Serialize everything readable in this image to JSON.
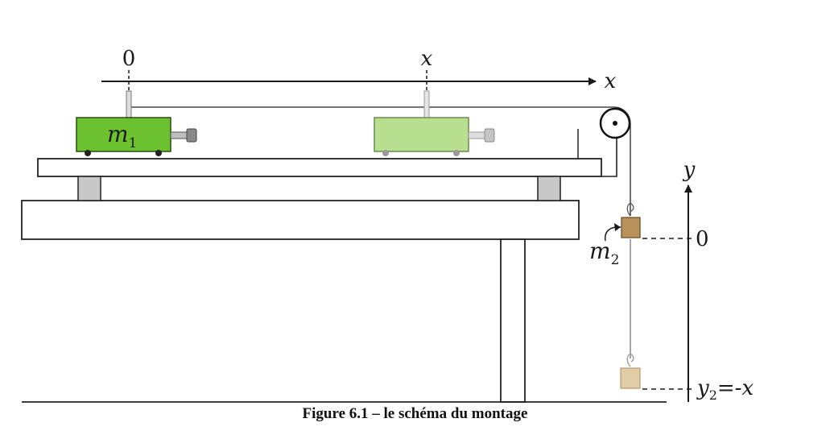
{
  "axis_x": {
    "origin_label": "0",
    "position_label": "x",
    "axis_label": "x"
  },
  "cart1": {
    "label_base": "m",
    "label_sub": "1",
    "color": "#6cc22e"
  },
  "cart2": {
    "color": "#b8df8f"
  },
  "mass2": {
    "label_base": "m",
    "label_sub": "2",
    "color": "#b8915a",
    "ghost_color": "#e0cda6"
  },
  "axis_y": {
    "axis_label": "y",
    "origin_label": "0",
    "end_label_base": "y",
    "end_label_sub": "2",
    "end_label_rest": "=-x"
  },
  "caption": "Figure 6.1 – le schéma du montage"
}
